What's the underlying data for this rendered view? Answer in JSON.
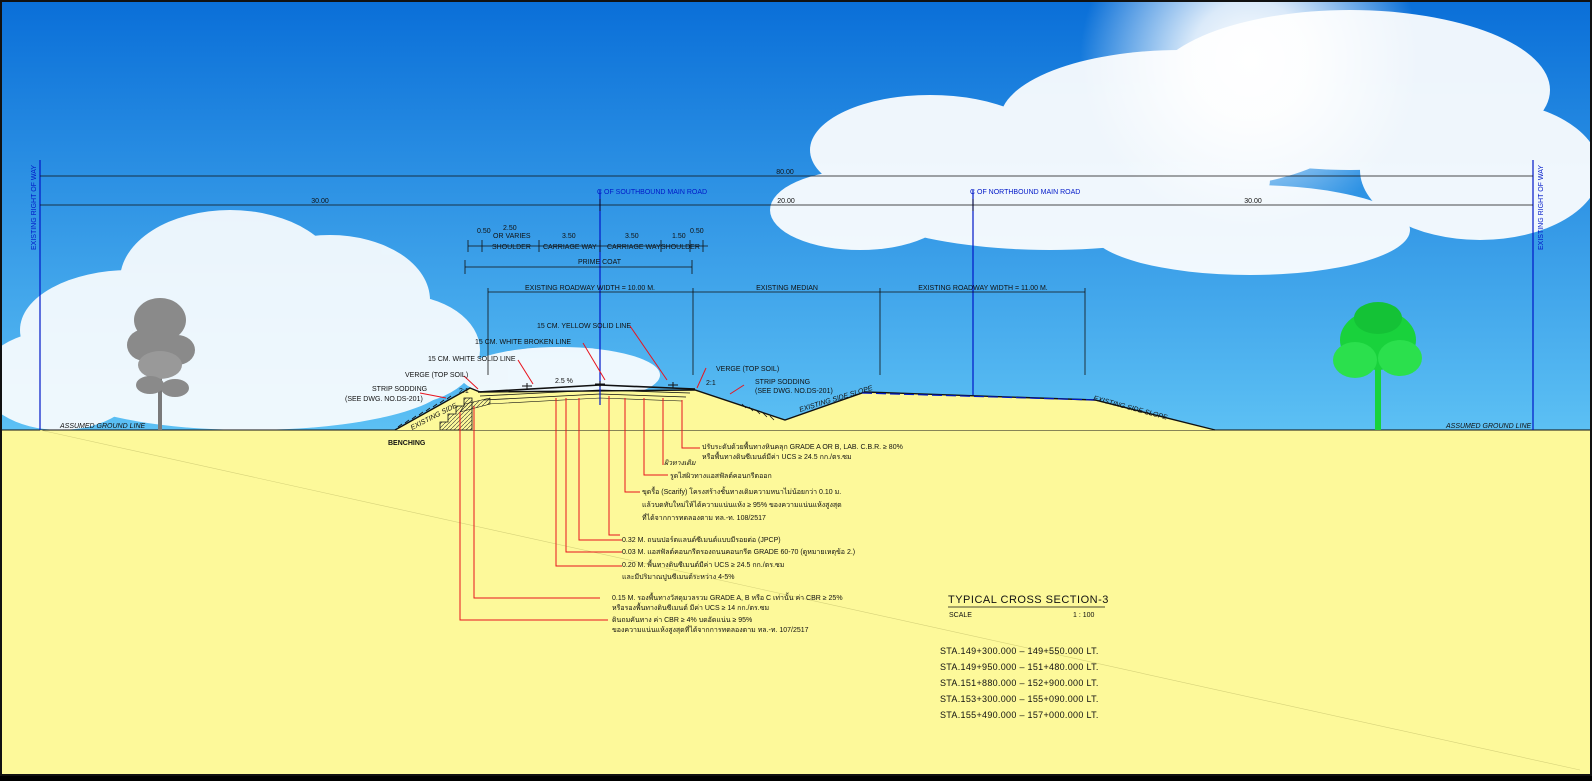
{
  "dimensions": {
    "total_width": "80.00",
    "left_offset": "30.00",
    "median_width": "20.00",
    "right_offset": "30.00",
    "lane_breakdown": [
      "0.50",
      "2.50",
      "OR VARIES",
      "3.50",
      "3.50",
      "1.50",
      "0.50"
    ],
    "lane_labels": [
      "SHOULDER",
      "CARRIAGE WAY",
      "CARRIAGE WAY",
      "SHOULDER"
    ],
    "prime_coat": "PRIME COAT",
    "existing_left": "EXISTING ROADWAY WIDTH = 10.00 M.",
    "existing_median": "EXISTING MEDIAN",
    "existing_right": "EXISTING ROADWAY WIDTH = 11.00 M.",
    "crossfall": "2.5 %",
    "slope_ratio": "2:1"
  },
  "centerlines": {
    "southbound": "C OF SOUTHBOUND MAIN ROAD",
    "northbound": "C OF NORTHBOUND MAIN ROAD"
  },
  "row_label": "EXISTING RIGHT OF WAY",
  "ground": {
    "left_label": "ASSUMED GROUND LINE",
    "right_label": "ASSUMED GROUND LINE",
    "side_slope": "EXISTING SIDE SLOPE",
    "benching": "BENCHING",
    "side_left": "EXISTING SIDE"
  },
  "callouts_upper": {
    "yellow_line": "15 CM. YELLOW SOLID LINE",
    "white_broken": "15 CM. WHITE BROKEN LINE",
    "white_solid": "15 CM. WHITE SOLID LINE",
    "verge_left": "VERGE (TOP SOIL)",
    "strip_left_1": "STRIP SODDING",
    "strip_left_2": "(SEE DWG. NO.DS-201)",
    "verge_right": "VERGE (TOP SOIL)",
    "strip_right_1": "STRIP SODDING",
    "strip_right_2": "(SEE DWG. NO.DS-201)"
  },
  "notes": {
    "n1a": "ปรับระดับด้วยพื้นทางหินคลุก GRADE A OR B, LAB. C.B.R. ≥ 80%",
    "n1b": "หรือพื้นทางดินซีเมนต์มีค่า UCS ≥ 24.5 กก./ตร.ซม",
    "n2": "ผิวทางเดิม",
    "n3": "รูดไสผิวทางแอสฟัลต์คอนกรีตออก",
    "n4a": "ขุดรื้อ (Scarify) โครงสร้างชั้นทางเดิมความหนาไม่น้อยกว่า 0.10 ม.",
    "n4b": "แล้วบดทับใหม่ให้ได้ความแน่นแห้ง ≥ 95% ของความแน่นแห้งสูงสุด",
    "n4c": "ที่ได้จากการทดลองตาม ทล.-ท. 108/2517",
    "n5": "0.32 M. ถนนปอร์ตแลนด์ซีเมนต์แบบมีรอยต่อ (JPCP)",
    "n6": "0.03 M. แอสฟัลต์คอนกรีตรองถนนคอนกรีต GRADE 60-70 (ดูหมายเหตุข้อ 2.)",
    "n7a": "0.20 M. พื้นทางดินซีเมนต์มีค่า UCS ≥ 24.5 กก./ตร.ซม",
    "n7b": "และมีปริมาณปูนซีเมนต์ระหว่าง 4-5%",
    "n8a": "0.15 M. รองพื้นทางวัสดุมวลรวม GRADE A, B หรือ C เท่านั้น ค่า CBR ≥ 25%",
    "n8b": "หรือรองพื้นทางดินซีเมนต์ มีค่า UCS ≥ 14 กก./ตร.ซม",
    "n9a": "ดินถมคันทาง ค่า CBR ≥ 4% บดอัดแน่น ≥ 95%",
    "n9b": "ของความแน่นแห้งสูงสุดที่ได้จากการทดลองตาม ทล.-ท. 107/2517"
  },
  "title": {
    "name": "TYPICAL CROSS SECTION-3",
    "scale_label": "SCALE",
    "scale_value": "1 : 100"
  },
  "stations": [
    "STA.149+300.000  –  149+550.000  LT.",
    "STA.149+950.000  –  151+480.000  LT.",
    "STA.151+880.000  –  152+900.000  LT.",
    "STA.153+300.000  –  155+090.000  LT.",
    "STA.155+490.000  –  157+000.000  LT."
  ],
  "colors": {
    "sky_top": "#0a6fd8",
    "sky_bottom": "#5cc0f4",
    "ground": "#fdf99a",
    "blue_line": "#0018c8",
    "leader_red": "#e8141e",
    "tree_green": "#19d23c",
    "tree_grey": "#8a8a8a"
  }
}
